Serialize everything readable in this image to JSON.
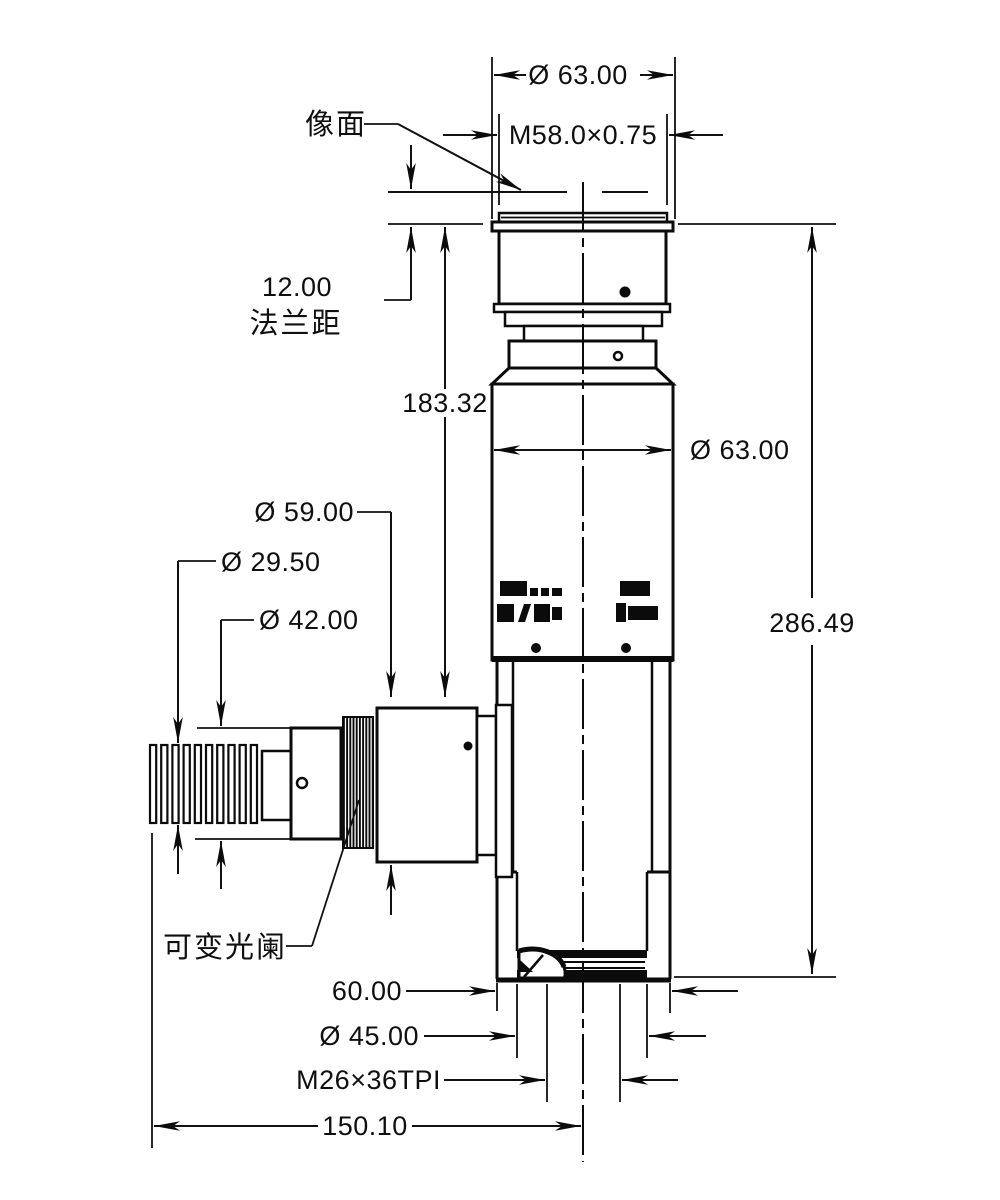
{
  "labels": {
    "image_plane": "像面",
    "flange_distance_note": "法兰距",
    "variable_iris": "可变光阑"
  },
  "dimensions": {
    "top_outer_diameter": "Ø 63.00",
    "mount_thread": "M58.0×0.75",
    "flange_distance": "12.00",
    "upper_section_length": "183.32",
    "body_diameter": "Ø 63.00",
    "overall_length": "286.49",
    "adapter_outer_diameter": "Ø 59.00",
    "fin_section_diameter": "Ø 29.50",
    "iris_housing_diameter": "Ø 42.00",
    "bottom_section_width": "60.00",
    "bottom_bore_diameter": "Ø 45.00",
    "objective_thread": "M26×36TPI",
    "side_assembly_length": "150.10"
  }
}
